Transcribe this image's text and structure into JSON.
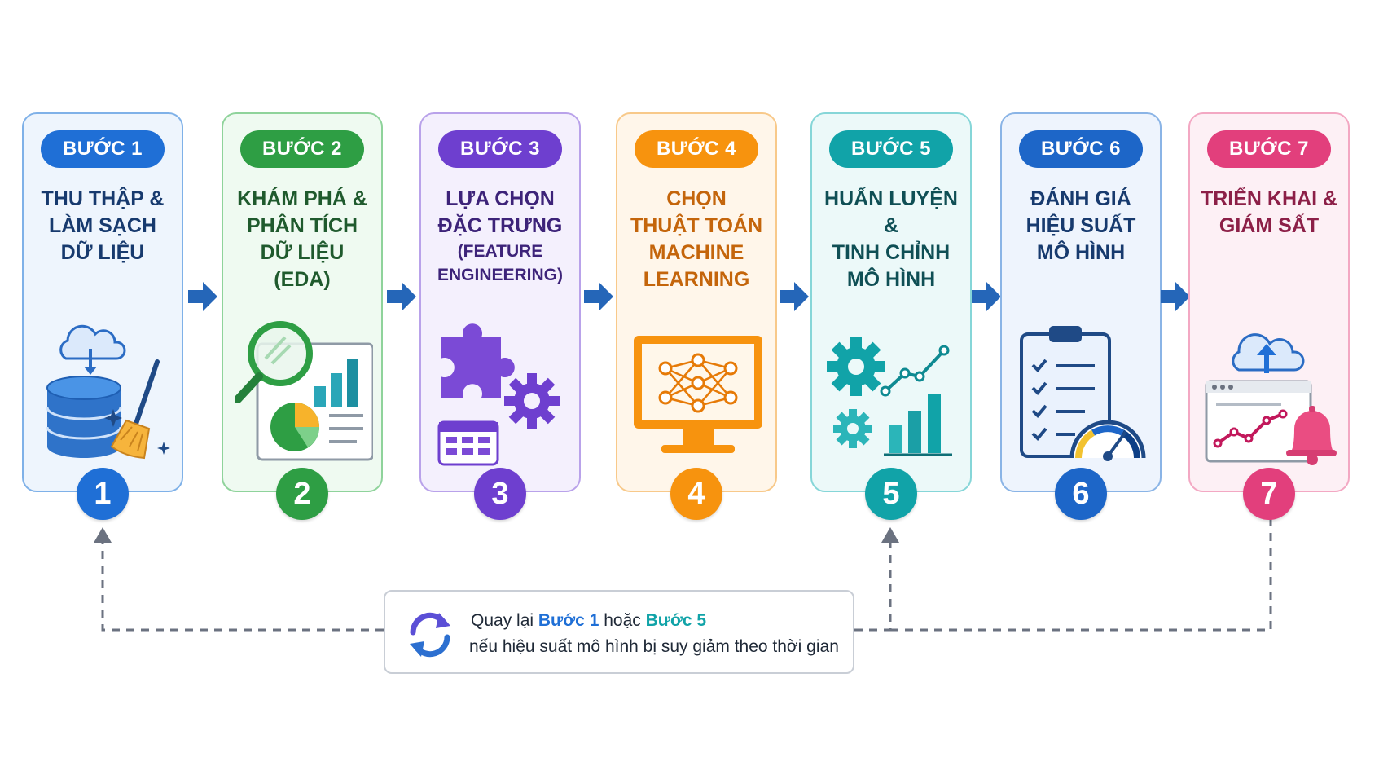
{
  "steps": [
    {
      "badge": "BƯỚC 1",
      "title": "THU THẬP &\nLÀM SẠCH\nDỮ LIỆU",
      "subtitle": "",
      "number": "1",
      "color": "#1f6fd6",
      "title_color": "#173a6e",
      "border": "#7fb1e8",
      "bg": "#eef5fd",
      "icon": "database-cleaning-icon"
    },
    {
      "badge": "BƯỚC 2",
      "title": "KHÁM PHÁ &\nPHÂN TÍCH\nDỮ LIỆU\n(EDA)",
      "subtitle": "",
      "number": "2",
      "color": "#2e9e44",
      "title_color": "#1f5a2d",
      "border": "#8fd39b",
      "bg": "#effaf1",
      "icon": "magnifier-chart-icon"
    },
    {
      "badge": "BƯỚC 3",
      "title": "LỰA CHỌN\nĐẶC TRƯNG",
      "subtitle": "(FEATURE\nENGINEERING)",
      "number": "3",
      "color": "#6e3fcf",
      "title_color": "#3d2379",
      "border": "#b9a2ea",
      "bg": "#f4f0fd",
      "icon": "puzzle-gear-icon"
    },
    {
      "badge": "BƯỚC 4",
      "title": "CHỌN\nTHUẬT TOÁN\nMACHINE\nLEARNING",
      "subtitle": "",
      "number": "4",
      "color": "#f7930e",
      "title_color": "#c4650b",
      "border": "#f8c98a",
      "bg": "#fff6ea",
      "icon": "neural-network-monitor-icon"
    },
    {
      "badge": "BƯỚC 5",
      "title": "HUẤN LUYỆN &\nTINH CHỈNH\nMÔ HÌNH",
      "subtitle": "",
      "number": "5",
      "color": "#11a3a8",
      "title_color": "#0f4f55",
      "border": "#86d6d8",
      "bg": "#ecf9f9",
      "icon": "gears-growth-chart-icon"
    },
    {
      "badge": "BƯỚC 6",
      "title": "ĐÁNH GIÁ\nHIỆU SUẤT\nMÔ HÌNH",
      "subtitle": "",
      "number": "6",
      "color": "#1d66c8",
      "title_color": "#173a6e",
      "border": "#8ab4e6",
      "bg": "#eef4fd",
      "icon": "checklist-gauge-icon"
    },
    {
      "badge": "BƯỚC 7",
      "title": "TRIỂN KHAI &\nGIÁM SẤT",
      "subtitle": "",
      "number": "7",
      "color": "#e23f7c",
      "title_color": "#8c1f47",
      "border": "#f3a8c3",
      "bg": "#fdf0f5",
      "icon": "cloud-deploy-bell-icon"
    }
  ],
  "note": {
    "prefix": "Quay lại ",
    "step_a": "Bước 1",
    "step_a_color": "#1f6fd6",
    "middle": " hoặc ",
    "step_b": "Bước 5",
    "step_b_color": "#11a3a8",
    "line2": "nếu hiệu suất mô hình bị suy giảm theo thời gian",
    "icon": "refresh-cycle-icon"
  },
  "colors": {
    "arrow": "#2566b8",
    "loop_line": "#6b7280"
  }
}
